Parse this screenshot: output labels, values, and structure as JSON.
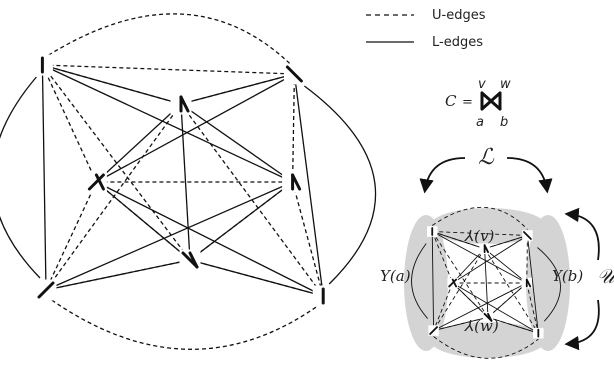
{
  "legend": {
    "u_edges_label": "U-edges",
    "l_edges_label": "L-edges"
  },
  "component": {
    "lhs": "C",
    "equals": "=",
    "top_left": "v",
    "top_right": "w",
    "bottom_left": "a",
    "bottom_right": "b"
  },
  "operators": {
    "L": "ℒ",
    "U": "𝒰",
    "lambda_v": "⅄(v)",
    "lambda_w": "⅄(w)",
    "upsilon_a": "Υ(a)",
    "upsilon_b": "Υ(b)"
  },
  "colors": {
    "edge": "#111111",
    "highlight": "#d4d4d4"
  },
  "icons": [
    "hourglass-bowtie-icon",
    "curved-arrow-icon"
  ]
}
